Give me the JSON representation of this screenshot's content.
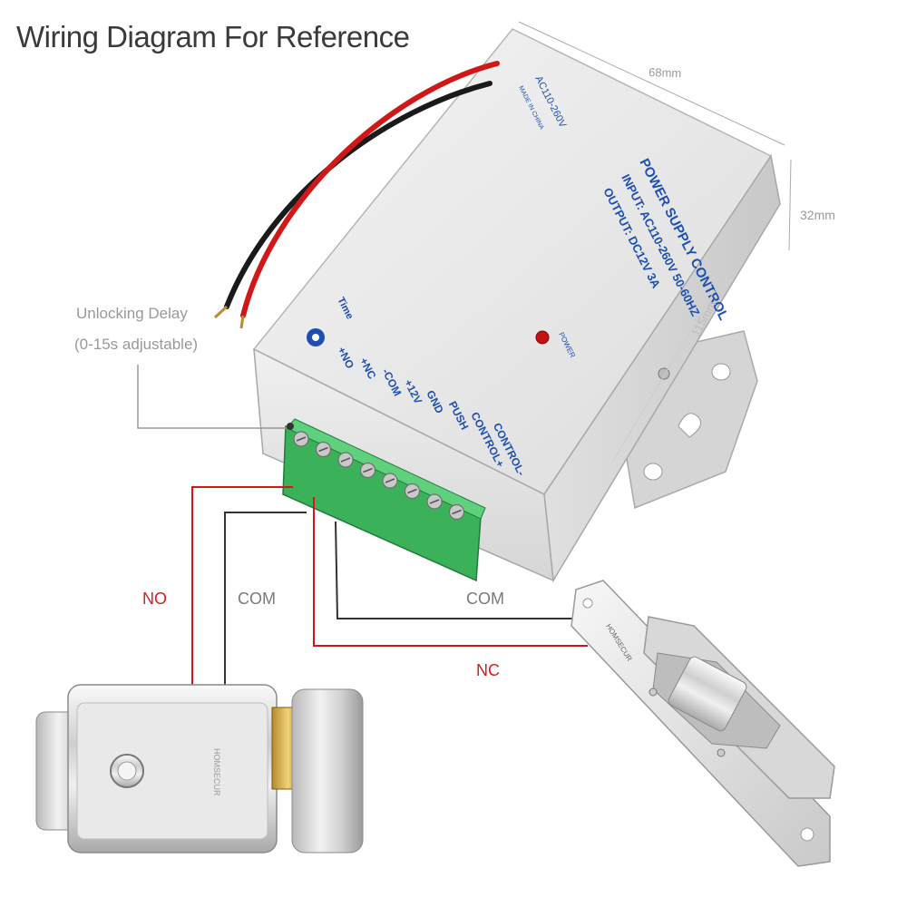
{
  "title": "Wiring Diagram For Reference",
  "annotations": {
    "delay_line1": "Unlocking Delay",
    "delay_line2": "(0-15s adjustable)",
    "dim_width": "68mm",
    "dim_height": "32mm",
    "dim_length": "115mm"
  },
  "wire_labels": {
    "no": "NO",
    "com_left": "COM",
    "com_right": "COM",
    "nc": "NC"
  },
  "device": {
    "brand_line": "POWER SUPPLY CONTROL",
    "input_line": "INPUT: AC110-260V 50-60HZ",
    "output_line": "OUTPUT: DC12V 3A",
    "ac_label": "AC110-260V",
    "made_in": "MADE IN CHINA",
    "power_led": "POWER",
    "time_label": "Time"
  },
  "terminals": [
    "+NO",
    "+NC",
    "-COM",
    "+12V",
    "GND",
    "PUSH",
    "CONTROL+",
    "CONTROL-"
  ],
  "lock_brand": "HOMSECUR",
  "colors": {
    "red_wire": "#d01818",
    "black_wire": "#222222",
    "annotation_gray": "#999999",
    "label_red": "#d02020",
    "terminal_green": "#3bb25a",
    "device_text_blue": "#1d4fb0"
  }
}
